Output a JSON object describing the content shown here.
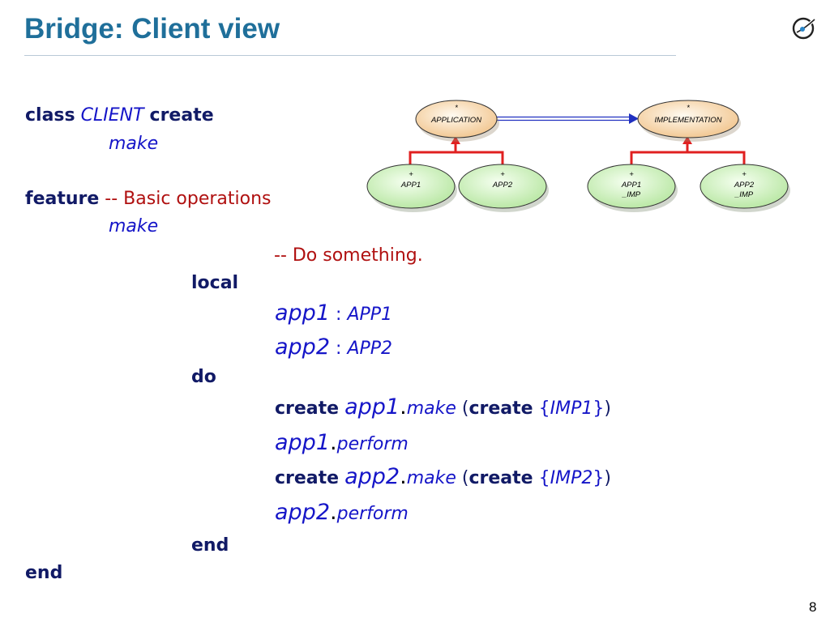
{
  "slide": {
    "title": "Bridge: Client view",
    "page_number": "8",
    "logo": "eiffel-logo-icon"
  },
  "code": {
    "l1_kw_class": "class",
    "l1_type": "CLIENT",
    "l1_kw_create": "create",
    "l2_make": "make",
    "l3_kw_feature": "feature",
    "l3_comment": "-- Basic operations",
    "l4_make": "make",
    "l5_comment": "-- Do something.",
    "l6_kw_local": "local",
    "l7_var": "app1",
    "l7_colon": ":",
    "l7_type": "APP1",
    "l8_var": "app2",
    "l8_colon": ":",
    "l8_type": "APP2",
    "l9_kw_do": "do",
    "l10_kw_create": "create",
    "l10_target": "app1",
    "l10_dot": ".",
    "l10_feature": "make",
    "l10_open": "(",
    "l10_kw_create2": "create",
    "l10_brace_open": "{",
    "l10_type": "IMP1",
    "l10_brace_close": "}",
    "l10_close": ")",
    "l11_target": "app1",
    "l11_dot": ".",
    "l11_feature": "perform",
    "l12_kw_create": "create",
    "l12_target": "app2",
    "l12_dot": ".",
    "l12_feature": "make",
    "l12_open": "(",
    "l12_kw_create2": "create",
    "l12_brace_open": "{",
    "l12_type": "IMP2",
    "l12_brace_close": "}",
    "l12_close": ")",
    "l13_target": "app2",
    "l13_dot": ".",
    "l13_feature": "perform",
    "l14_kw_end": "end",
    "l15_kw_end": "end"
  },
  "diagram": {
    "application": {
      "marker": "*",
      "name": "APPLICATION"
    },
    "implementation": {
      "marker": "*",
      "name": "IMPLEMENTATION"
    },
    "app1": {
      "marker": "+",
      "name": "APP1"
    },
    "app2": {
      "marker": "+",
      "name": "APP2"
    },
    "app1_imp": {
      "marker": "+",
      "name_line1": "APP1",
      "name_line2": "_IMP"
    },
    "app2_imp": {
      "marker": "+",
      "name_line1": "APP2",
      "name_line2": "_IMP"
    },
    "colors": {
      "deferred_fill": "#f6d3a4",
      "effective_fill": "#d3f2c0",
      "inheritance_arrow": "#e02020",
      "client_arrow": "#2030c0"
    }
  }
}
